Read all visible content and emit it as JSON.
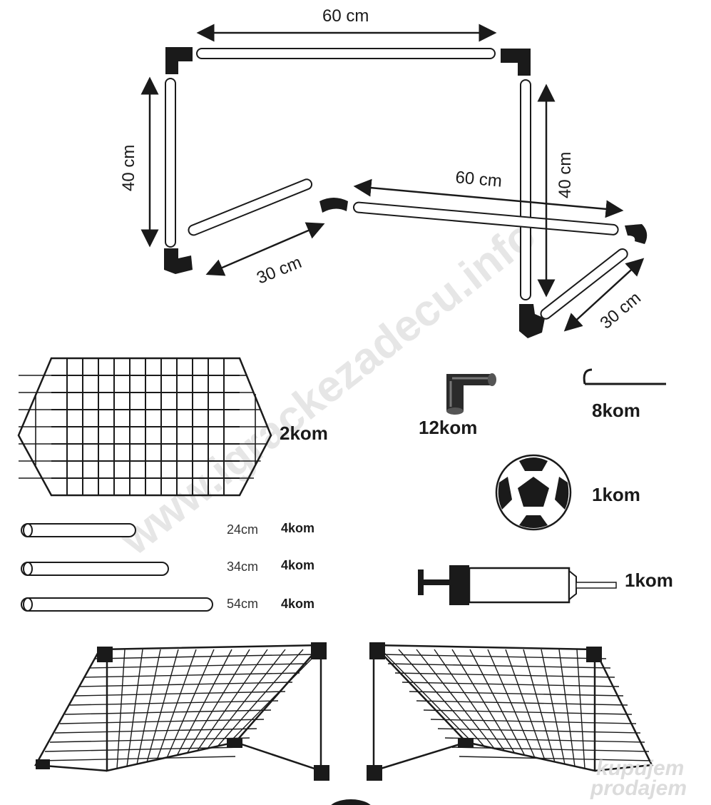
{
  "diagram": {
    "dimensions": {
      "top_width": "60 cm",
      "left_height": "40 cm",
      "right_height": "40 cm",
      "left_depth": "30 cm",
      "back_width": "60 cm",
      "right_depth": "30 cm"
    },
    "parts": {
      "net_qty": "2kom",
      "connector_qty": "12kom",
      "stake_qty": "8kom",
      "ball_qty": "1kom",
      "pump_qty": "1kom",
      "pipes": [
        {
          "length": "24cm",
          "qty": "4kom"
        },
        {
          "length": "34cm",
          "qty": "4kom"
        },
        {
          "length": "54cm",
          "qty": "4kom"
        }
      ]
    },
    "watermark": "www.igrackezadecu.info",
    "logo": {
      "line1": "kupujem",
      "line2": "prodajem"
    }
  }
}
